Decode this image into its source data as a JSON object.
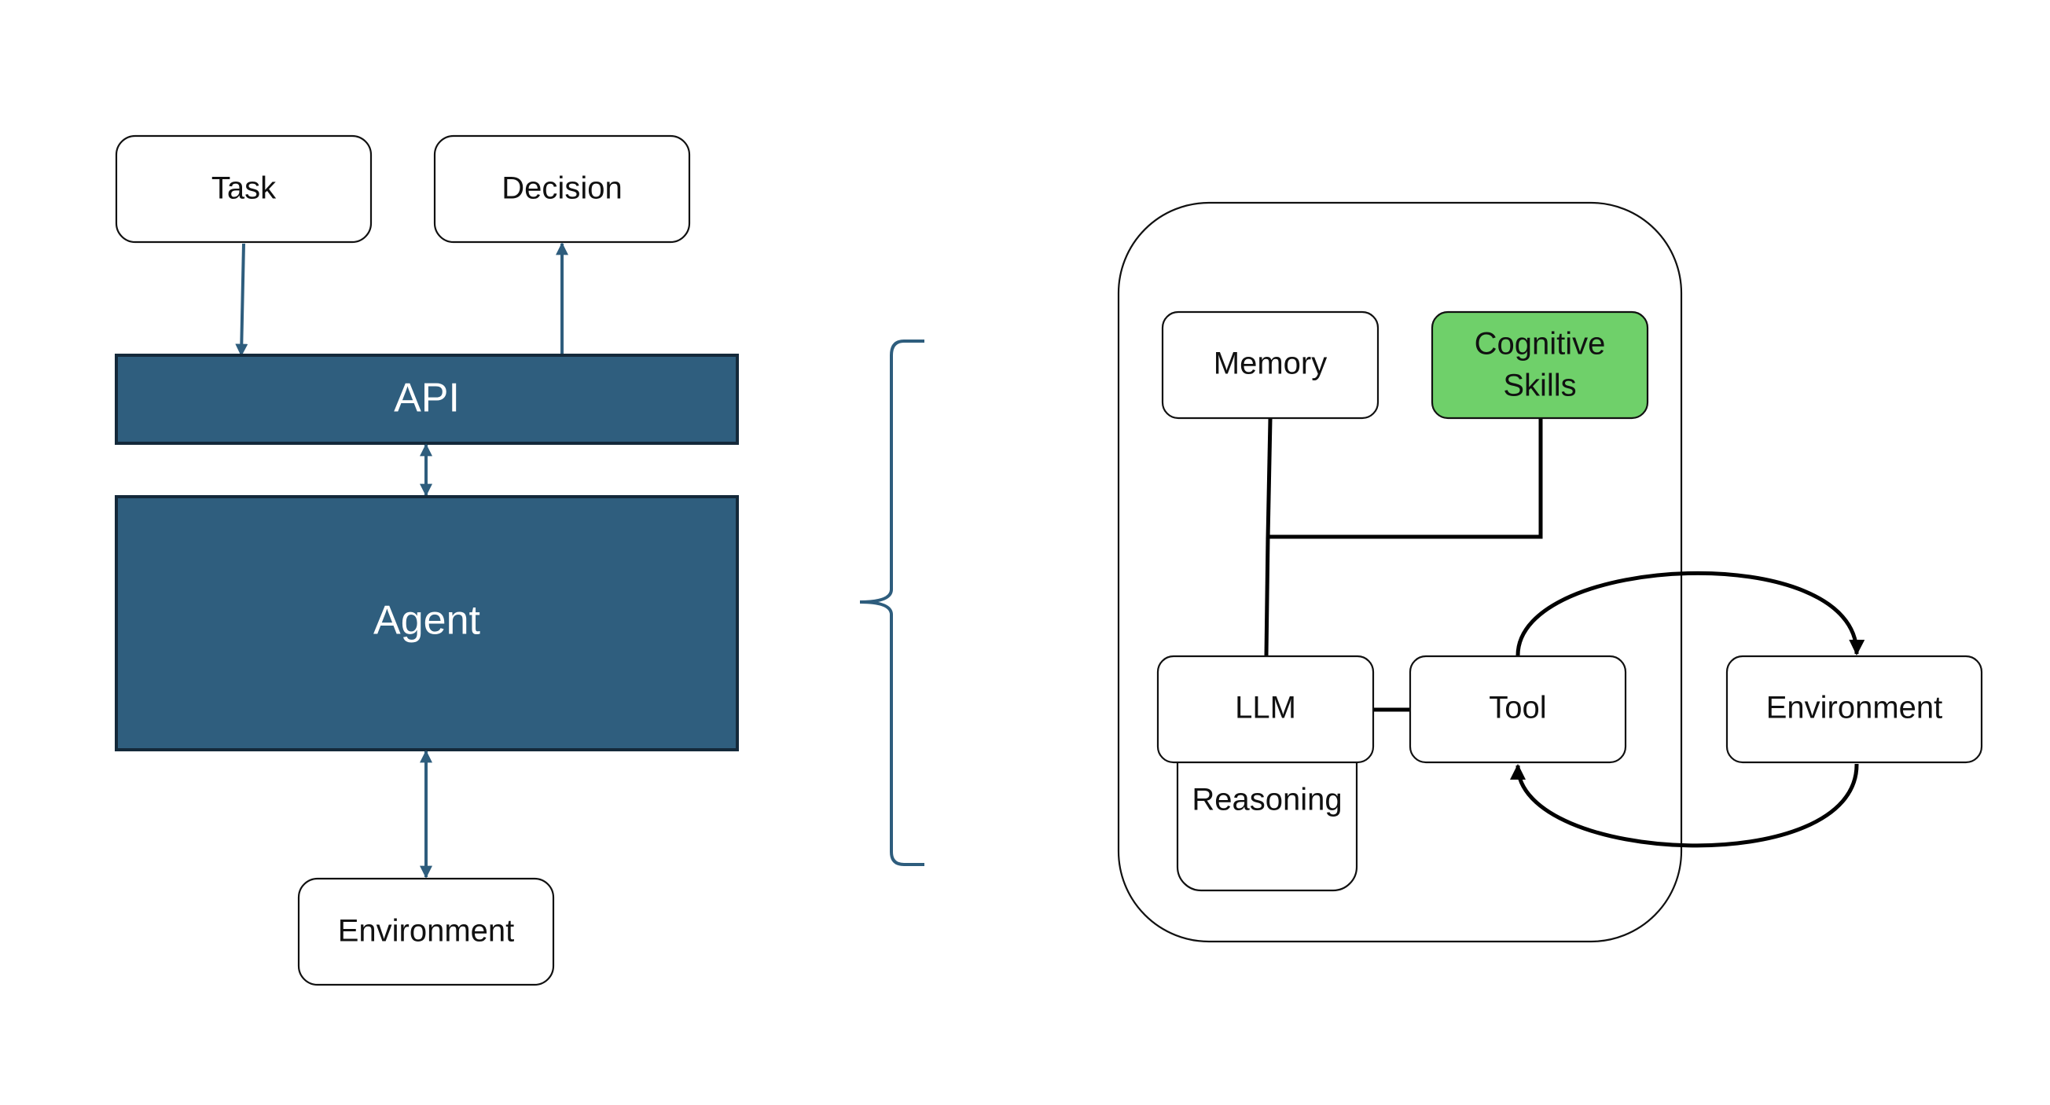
{
  "left_panel": {
    "task_label": "Task",
    "decision_label": "Decision",
    "api_label": "API",
    "agent_label": "Agent",
    "environment_label": "Environment"
  },
  "right_panel": {
    "memory_label": "Memory",
    "cognitive_skills_line1": "Cognitive",
    "cognitive_skills_line2": "Skills",
    "llm_label": "LLM",
    "reasoning_label": "Reasoning",
    "tool_label": "Tool",
    "environment_label": "Environment"
  },
  "colors": {
    "block_fill": "#2f5e7e",
    "block_stroke": "#14293a",
    "arrow_blue": "#2e5d7d",
    "cognitive_fill": "#6fd06a",
    "line_black": "#000000"
  }
}
